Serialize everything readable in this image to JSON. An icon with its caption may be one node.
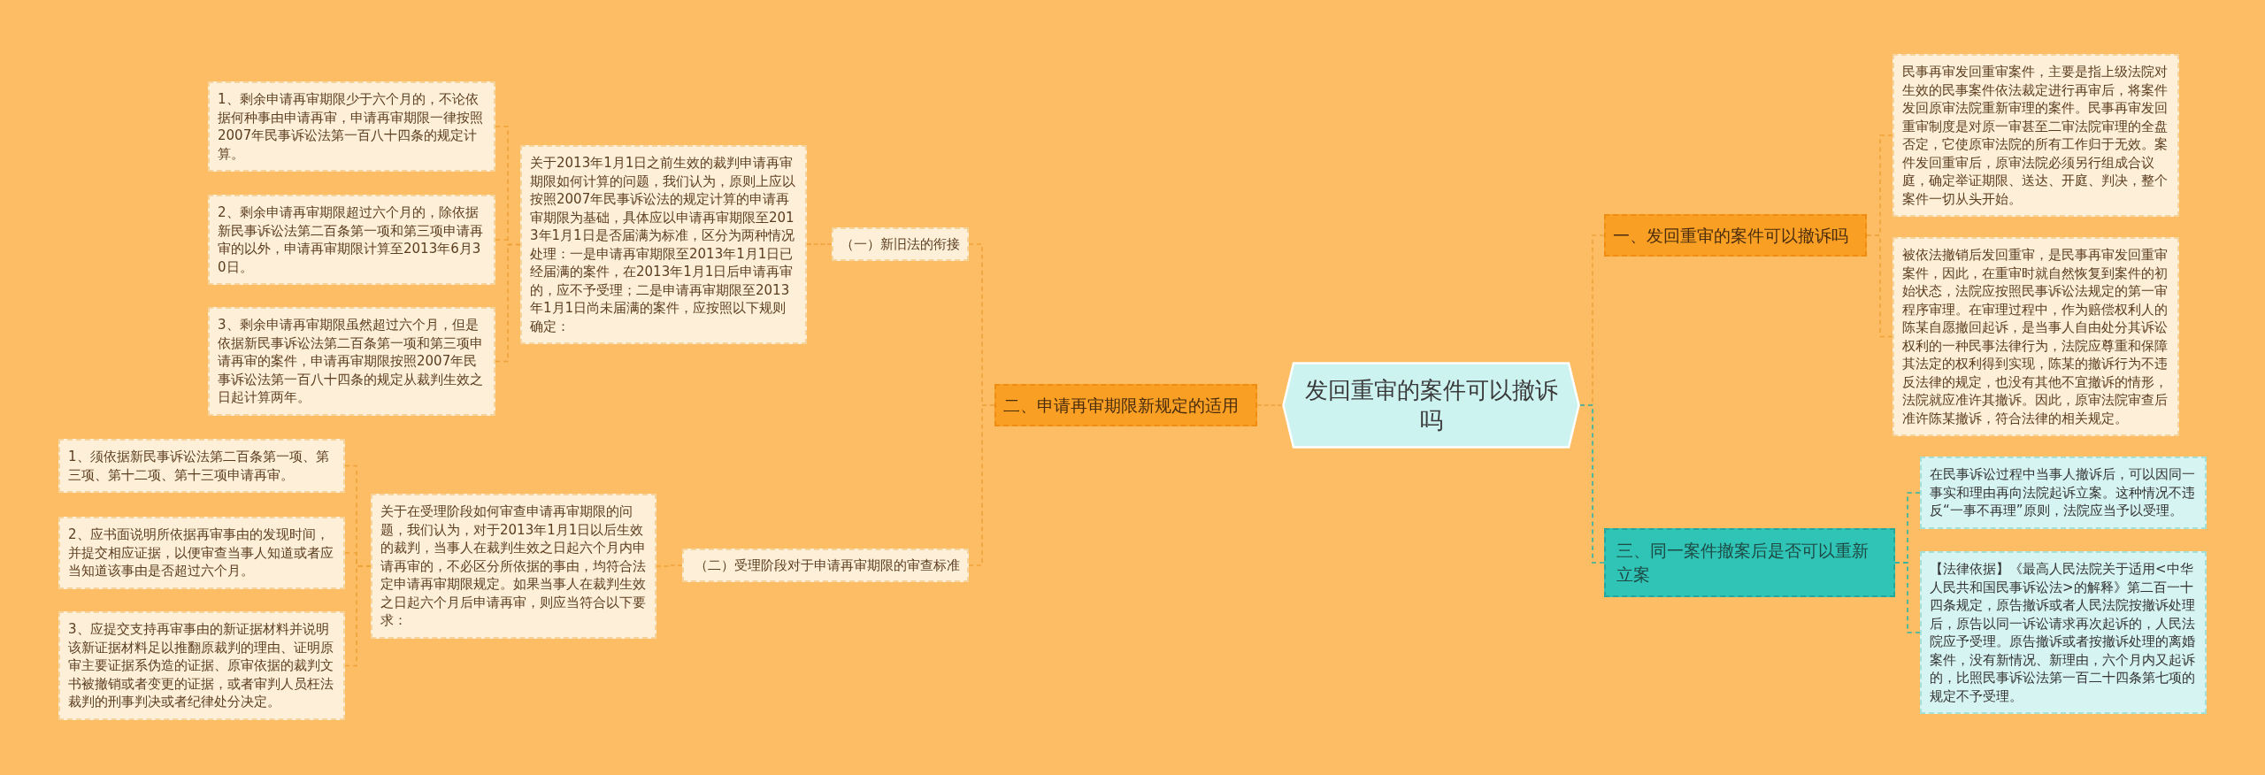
{
  "diagram": {
    "nodes": [
      {
        "text": [
          "发回重审的案件可以撤诉吗"
        ]
      },
      {
        "text": [
          "二、申请再审期限新规定的适用"
        ]
      },
      {
        "text": [
          "（一）新旧法的衔接"
        ]
      },
      {
        "text": [
          "关于2013年1月1日之前生效的裁判申请再审期限如何计算的问题，我们认为，原则上应以按照2007年民事诉讼法的规定计算的申请再审期限为基础，具体应以申请再审期限至2013年1月1日是否届满为标准，区分为两种情况处理：一是申请再审期限至2013年1月1日已经届满的案件，在2013年1月1日后申请再审的，应不予受理；二是申请再审期限至2013年1月1日尚未届满的案件，应按照以下规则确定："
        ]
      },
      {
        "text": [
          "1、剩余申请再审期限少于六个月的，不论依据何种事由申请再审，申请再审期限一律按照2007年民事诉讼法第一百八十四条的规定计算。"
        ]
      },
      {
        "text": [
          "2、剩余申请再审期限超过六个月的，除依据新民事诉讼法第二百条第一项和第三项申请再审的以外，申请再审期限计算至2013年6月30日。"
        ]
      },
      {
        "text": [
          "3、剩余申请再审期限虽然超过六个月，但是依据新民事诉讼法第二百条第一项和第三项申请再审的案件，申请再审期限按照2007年民事诉讼法第一百八十四条的规定从裁判生效之日起计算两年。"
        ]
      },
      {
        "text": [
          "（二）受理阶段对于申请再审期限的审查标准"
        ]
      },
      {
        "text": [
          "关于在受理阶段如何审查申请再审期限的问题，我们认为，对于2013年1月1日以后生效的裁判，当事人在裁判生效之日起六个月内申请再审的，不必区分所依据的事由，均符合法定申请再审期限规定。如果当事人在裁判生效之日起六个月后申请再审，则应当符合以下要求："
        ]
      },
      {
        "text": [
          "1、须依据新民事诉讼法第二百条第一项、第三项、第十二项、第十三项申请再审。"
        ]
      },
      {
        "text": [
          "2、应书面说明所依据再审事由的发现时间，并提交相应证据，以便审查当事人知道或者应当知道该事由是否超过六个月。"
        ]
      },
      {
        "text": [
          "3、应提交支持再审事由的新证据材料并说明该新证据材料足以推翻原裁判的理由、证明原审主要证据系伪造的证据、原审依据的裁判文书被撤销或者变更的证据，或者审判人员枉法裁判的刑事判决或者纪律处分决定。"
        ]
      },
      {
        "text": [
          "一、发回重审的案件可以撤诉吗"
        ]
      },
      {
        "text": [
          "民事再审发回重审案件，主要是指上级法院对生效的民事案件依法裁定进行再审后，将案件发回原审法院重新审理的案件。民事再审发回重审制度是对原一审甚至二审法院审理的全盘否定，它使原审法院的所有工作归于无效。案件发回重审后，原审法院必须另行组成合议庭，确定举证期限、送达、开庭、判决，整个案件一切从头开始。"
        ]
      },
      {
        "text": [
          "被依法撤销后发回重审，是民事再审发回重审案件，因此，在重审时就自然恢复到案件的初始状态，法院应按照民事诉讼法规定的第一审程序审理。在审理过程中，作为赔偿权利人的陈某自愿撤回起诉，是当事人自由处分其诉讼权利的一种民事法律行为，法院应尊重和保障其法定的权利得到实现，陈某的撤诉行为不违反法律的规定，也没有其他不宜撤诉的情形，法院就应准许其撤诉。因此，原审法院审查后准许陈某撤诉，符合法律的相关规定。"
        ]
      },
      {
        "text": [
          "三、同一案件撤案后是否可以重新立案"
        ]
      },
      {
        "text": [
          "在民事诉讼过程中当事人撤诉后，可以因同一事实和理由再向法院起诉立案。这种情况不违反“一事不再理”原则，法院应当予以受理。"
        ]
      },
      {
        "text": [
          "【法律依据】《最高人民法院关于适用<中华人民共和国民事诉讼法>的解释》第二百一十四条规定，原告撤诉或者人民法院按撤诉处理后，原告以同一诉讼请求再次起诉的，人民法院应予受理。原告撤诉或者按撤诉处理的离婚案件，没有新情况、新理由，六个月内又起诉的，比照民事诉讼法第一百二十四条第七项的规定不予受理。"
        ]
      }
    ],
    "edges": [
      {
        "from": 0,
        "to": 1,
        "arrow": "none"
      },
      {
        "from": 1,
        "to": 2,
        "arrow": "none"
      },
      {
        "from": 2,
        "to": 3,
        "arrow": "none"
      },
      {
        "from": 3,
        "to": 4,
        "arrow": "none"
      },
      {
        "from": 3,
        "to": 5,
        "arrow": "none"
      },
      {
        "from": 3,
        "to": 6,
        "arrow": "none"
      },
      {
        "from": 1,
        "to": 7,
        "arrow": "none"
      },
      {
        "from": 7,
        "to": 8,
        "arrow": "none"
      },
      {
        "from": 8,
        "to": 9,
        "arrow": "none"
      },
      {
        "from": 8,
        "to": 10,
        "arrow": "none"
      },
      {
        "from": 8,
        "to": 11,
        "arrow": "none"
      },
      {
        "from": 0,
        "to": 12,
        "arrow": "none"
      },
      {
        "from": 12,
        "to": 13,
        "arrow": "none"
      },
      {
        "from": 12,
        "to": 14,
        "arrow": "none"
      },
      {
        "from": 0,
        "to": 15,
        "arrow": "none",
        "color": "#2bb3a6"
      },
      {
        "from": 15,
        "to": 16,
        "arrow": "none",
        "color": "#2bb3a6"
      },
      {
        "from": 15,
        "to": 17,
        "arrow": "none",
        "color": "#2bb3a6"
      }
    ]
  }
}
